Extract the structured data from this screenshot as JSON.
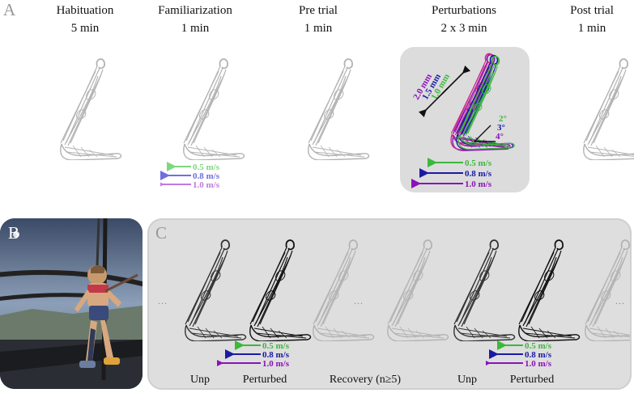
{
  "panels": {
    "a_letter": "A",
    "b_letter": "B",
    "c_letter": "C"
  },
  "stages": [
    {
      "name": "Habituation",
      "duration": "5 min"
    },
    {
      "name": "Familiarization",
      "duration": "1 min"
    },
    {
      "name": "Pre trial",
      "duration": "1 min"
    },
    {
      "name": "Perturbations",
      "duration": "2 x 3 min"
    },
    {
      "name": "Post trial",
      "duration": "1 min"
    }
  ],
  "speeds": [
    "0.5 m/s",
    "0.8 m/s",
    "1.0 m/s"
  ],
  "amplitudes": [
    "2.0 mm",
    "1.5 mm",
    "1.0 mm"
  ],
  "angles": [
    "2°",
    "3°",
    "4°"
  ],
  "sequence_labels": [
    "Unp",
    "Perturbed",
    "Recovery (n≥5)",
    "Unp",
    "Perturbed"
  ],
  "ellipsis": "...",
  "colors": {
    "green": "#3cb83c",
    "blue": "#1a1aa6",
    "purple": "#8a12b8",
    "light_green": "#7ed87e",
    "light_blue": "#6f6fe0",
    "light_purple": "#c07ae0",
    "gray_stick": "#b3b3b3",
    "panel_bg": "#dedede"
  },
  "icons": {
    "photo": "child-on-treadmill-photo"
  }
}
